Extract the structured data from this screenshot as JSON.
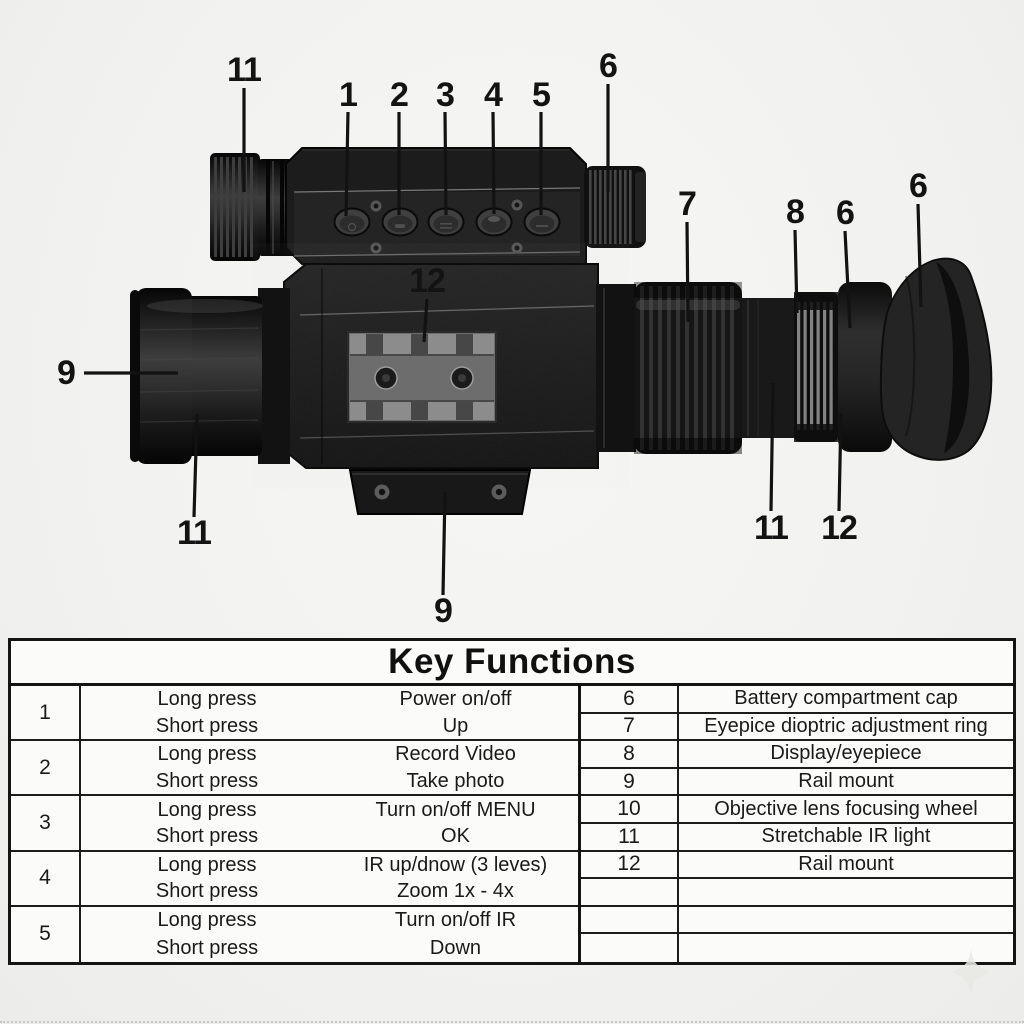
{
  "diagram": {
    "description": "Night vision monocular parts diagram",
    "callouts": [
      {
        "label": "11"
      },
      {
        "label": "1"
      },
      {
        "label": "2"
      },
      {
        "label": "3"
      },
      {
        "label": "4"
      },
      {
        "label": "5"
      },
      {
        "label": "6"
      },
      {
        "label": "7"
      },
      {
        "label": "8"
      },
      {
        "label": "6"
      },
      {
        "label": "6"
      },
      {
        "label": "9"
      },
      {
        "label": "12"
      },
      {
        "label": "11"
      },
      {
        "label": "9"
      },
      {
        "label": "11"
      },
      {
        "label": "12"
      }
    ]
  },
  "table": {
    "title": "Key Functions",
    "left_groups": [
      {
        "num": "1",
        "rows": [
          {
            "press": "Long press",
            "func": "Power on/off"
          },
          {
            "press": "Short press",
            "func": "Up"
          }
        ]
      },
      {
        "num": "2",
        "rows": [
          {
            "press": "Long press",
            "func": "Record Video"
          },
          {
            "press": "Short press",
            "func": "Take photo"
          }
        ]
      },
      {
        "num": "3",
        "rows": [
          {
            "press": "Long press",
            "func": "Turn on/off MENU"
          },
          {
            "press": "Short press",
            "func": "OK"
          }
        ]
      },
      {
        "num": "4",
        "rows": [
          {
            "press": "Long press",
            "func": "IR up/dnow (3 leves)"
          },
          {
            "press": "Short press",
            "func": "Zoom 1x - 4x"
          }
        ]
      },
      {
        "num": "5",
        "rows": [
          {
            "press": "Long press",
            "func": "Turn on/off IR"
          },
          {
            "press": "Short press",
            "func": "Down"
          }
        ]
      }
    ],
    "right_rows": [
      {
        "num": "6",
        "desc": "Battery compartment cap"
      },
      {
        "num": "7",
        "desc": "Eyepice dioptric adjustment ring"
      },
      {
        "num": "8",
        "desc": "Display/eyepiece"
      },
      {
        "num": "9",
        "desc": "Rail mount"
      },
      {
        "num": "10",
        "desc": "Objective lens focusing wheel"
      },
      {
        "num": "11",
        "desc": "Stretchable IR light"
      },
      {
        "num": "12",
        "desc": "Rail mount"
      },
      {
        "num": "",
        "desc": ""
      },
      {
        "num": "",
        "desc": ""
      },
      {
        "num": "",
        "desc": ""
      }
    ]
  },
  "colors": {
    "background": "#f2f2f0",
    "table_border": "#141414",
    "device_black": "#1b1b1b",
    "rail_gray": "#6d6d6d"
  }
}
